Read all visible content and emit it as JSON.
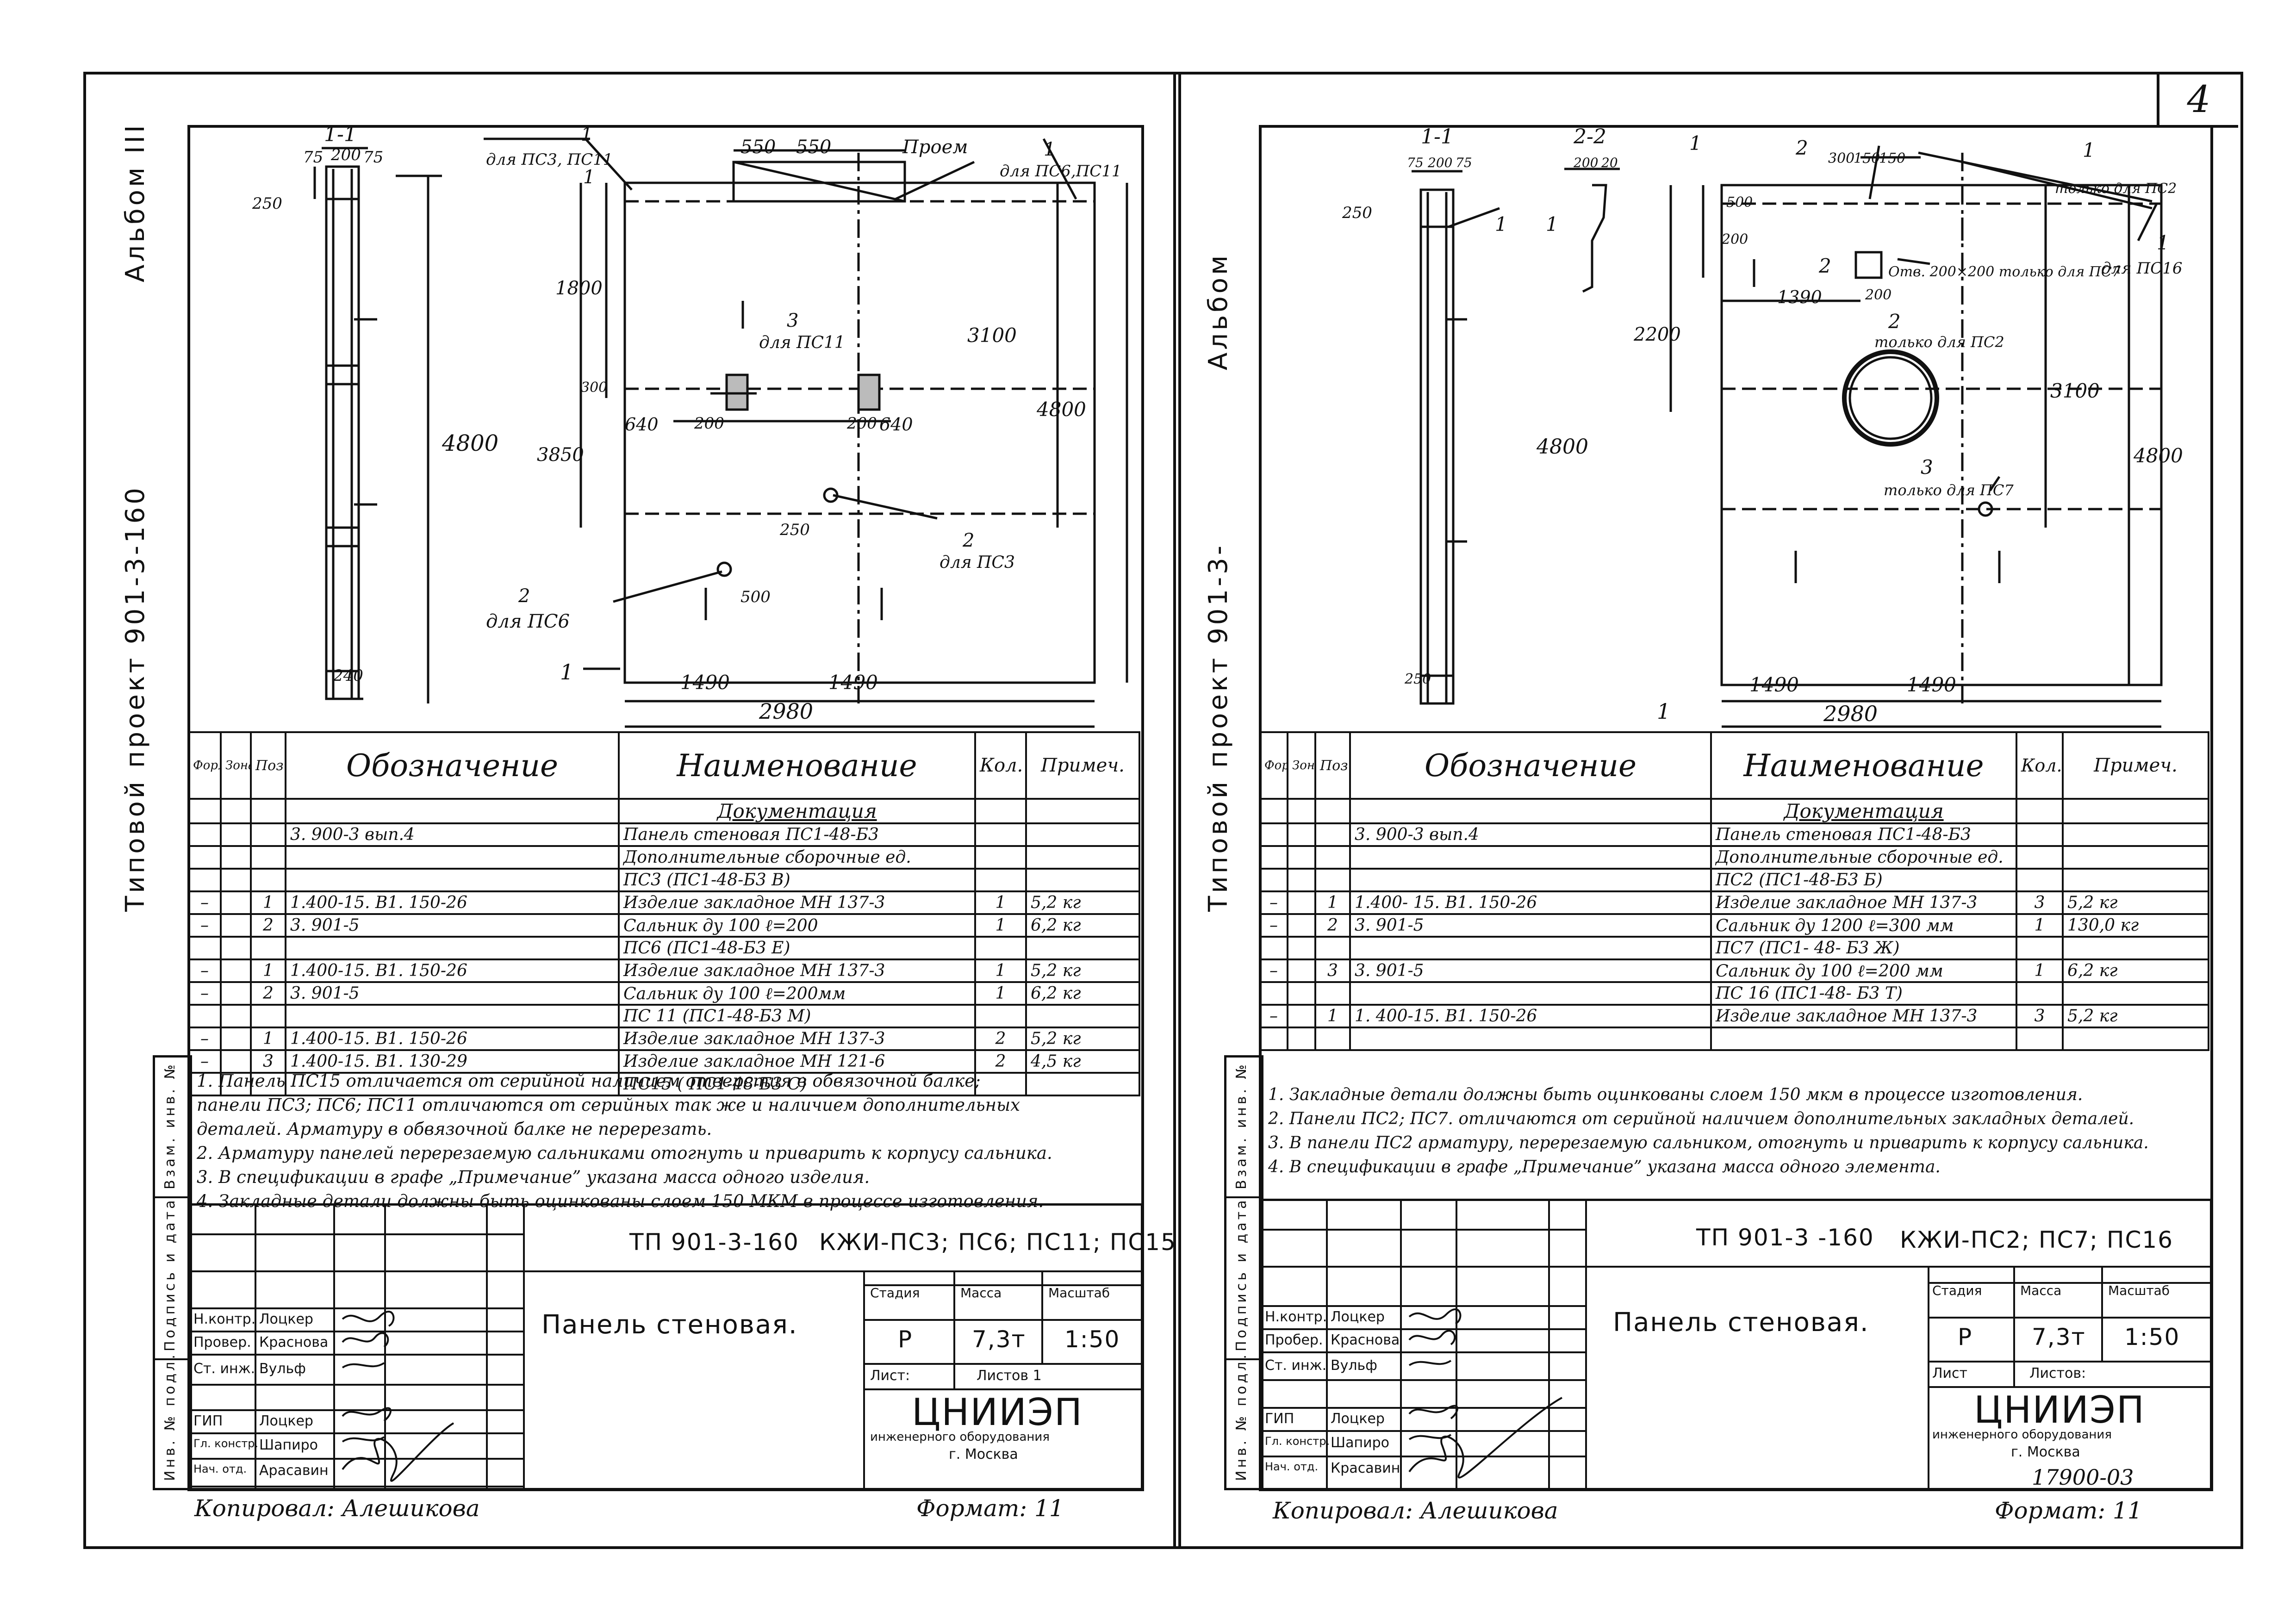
{
  "corner_sheet_number": "4",
  "left": {
    "side_label_1": "Типовой проект 901-3-160",
    "side_label_2": "Альбом III",
    "section_label": "1-1",
    "dims": {
      "top_75a": "75",
      "top_200": "200",
      "top_75b": "75",
      "d250": "250",
      "d4800": "4800",
      "d240": "240",
      "d550a": "550",
      "d550b": "550",
      "d1800": "1800",
      "d3850": "3850",
      "d300": "300",
      "d640a": "640",
      "d200a": "200",
      "d200b": "200",
      "d640b": "640",
      "d3100": "3100",
      "d4800b": "4800",
      "d250b": "250",
      "d500": "500",
      "d1490a": "1490",
      "d1490b": "1490",
      "d2980": "2980"
    },
    "callouts": {
      "c1a_num": "1",
      "c1a_text": "для ПС3, ПС11",
      "c1b_num": "1",
      "proem": "Проем",
      "c1c_num": "1",
      "c1c_text": "для ПС6,ПС11",
      "c3_num": "3",
      "c3_text": "для ПС11",
      "c2a_num": "2",
      "c2a_text": "для ПС3",
      "c2b_num": "2",
      "c2b_text": "для ПС6",
      "sec1_bottom": "1"
    },
    "spec": {
      "h_format": "Формат",
      "h_zone": "Зона",
      "h_pos": "Поз.",
      "h_designation": "Обозначение",
      "h_name": "Наименование",
      "h_qty": "Кол.",
      "h_note": "Примеч.",
      "rows": [
        {
          "f": "",
          "p": "",
          "d": "",
          "n": "Документация",
          "q": "",
          "m": ""
        },
        {
          "f": "",
          "p": "",
          "d": "3. 900-3 вып.4",
          "n": "Панель стеновая ПС1-48-Б3",
          "q": "",
          "m": ""
        },
        {
          "f": "",
          "p": "",
          "d": "",
          "n": "Дополнительные сборочные ед.",
          "q": "",
          "m": ""
        },
        {
          "f": "",
          "p": "",
          "d": "",
          "n": "ПС3 (ПС1-48-Б3 В)",
          "q": "",
          "m": ""
        },
        {
          "f": "–",
          "p": "1",
          "d": "1.400-15. В1. 150-26",
          "n": "Изделие закладное МН 137-3",
          "q": "1",
          "m": "5,2 кг"
        },
        {
          "f": "–",
          "p": "2",
          "d": "3. 901-5",
          "n": "Сальник ду 100   ℓ=200",
          "q": "1",
          "m": "6,2 кг"
        },
        {
          "f": "",
          "p": "",
          "d": "",
          "n": "ПС6 (ПС1-48-Б3 Е)",
          "q": "",
          "m": ""
        },
        {
          "f": "–",
          "p": "1",
          "d": "1.400-15. В1. 150-26",
          "n": "Изделие закладное МН 137-3",
          "q": "1",
          "m": "5,2 кг"
        },
        {
          "f": "–",
          "p": "2",
          "d": "3. 901-5",
          "n": "Сальник ду 100   ℓ=200мм",
          "q": "1",
          "m": "6,2 кг"
        },
        {
          "f": "",
          "p": "",
          "d": "",
          "n": "ПС 11 (ПС1-48-Б3 М)",
          "q": "",
          "m": ""
        },
        {
          "f": "–",
          "p": "1",
          "d": "1.400-15. В1. 150-26",
          "n": "Изделие закладное МН 137-3",
          "q": "2",
          "m": "5,2 кг"
        },
        {
          "f": "–",
          "p": "3",
          "d": "1.400-15. В1. 130-29",
          "n": "Изделие закладное МН 121-6",
          "q": "2",
          "m": "4,5 кг"
        },
        {
          "f": "",
          "p": "",
          "d": "",
          "n": "ПС15 ( ПС1-48-Б3 С)",
          "q": "",
          "m": ""
        }
      ]
    },
    "notes": [
      "1. Панель ПС15 отличается от серийной наличием отверстия в обвязочной балке;",
      "   панели ПС3; ПС6; ПС11 отличаются от серийных так же и наличием дополнительных",
      "   деталей. Арматуру в обвязочной балке не перерезать.",
      "2. Арматуру панелей перерезаемую сальниками отогнуть и приварить к корпусу сальника.",
      "3. В спецификации в графе „Примечание” указана масса одного изделия.",
      "4. Закладные детали должны быть оцинкованы слоем 150 МКМ в процессе изготовления."
    ],
    "vstamp": [
      "Инв. № подл.",
      "Подпись и дата",
      "Взам. инв. №"
    ],
    "title_block": {
      "code": "ТП 901-3-160",
      "marks": "КЖИ-ПС3; ПС6; ПС11; ПС15",
      "name": "Панель стеновая.",
      "h_stage": "Стадия",
      "h_mass": "Масса",
      "h_scale": "Масштаб",
      "stage": "Р",
      "mass": "7,3т",
      "scale": "1:50",
      "sheet": "Лист:",
      "sheets": "Листов 1",
      "org": "ЦНИИЭП",
      "org_sub": "инженерного оборудования",
      "org_city": "г. Москва",
      "people": [
        {
          "role": "Н.контр.",
          "name": "Лоцкер"
        },
        {
          "role": "Провер.",
          "name": "Краснова"
        },
        {
          "role": "Ст. инж.",
          "name": "Вульф"
        },
        {
          "role": "ГИП",
          "name": "Лоцкер"
        },
        {
          "role": "Гл. констр.",
          "name": "Шапиро"
        },
        {
          "role": "Нач. отд.",
          "name": "Арасавин"
        }
      ]
    },
    "copied": "Копировал: Алешикова",
    "format": "Формат: 11"
  },
  "right": {
    "side_label_1": "Типовой проект 901-3-",
    "side_label_2": "Альбом",
    "section_1": "1-1",
    "section_2": "2-2",
    "dims": {
      "t75a": "75",
      "t200": "200",
      "t75b": "75",
      "s200": "200",
      "s20": "20",
      "d250": "250",
      "d4800": "4800",
      "d250b": "250",
      "d300": "300",
      "d150a": "150",
      "d150b": "150",
      "d200": "200",
      "d500": "500",
      "d2200": "2200",
      "d1390": "1390",
      "d200b": "200",
      "d3100": "3100",
      "d4800b": "4800",
      "d1490a": "1490",
      "d1490b": "1490",
      "d2980": "2980"
    },
    "callouts": {
      "c1a": "1",
      "c1b": "1",
      "c1c": "1",
      "c2a": "2",
      "c1_only_num": "1",
      "c1_only": "только для ПС2",
      "c1_for_num": "1",
      "c1_for": "для ПС16",
      "c2_hole_num": "2",
      "c2_hole": "Отв. 200×200 только для ПС7",
      "c2_only_num": "2",
      "c2_only": "только для ПС2",
      "c3_num": "3",
      "c3_only": "только для ПС7",
      "sec1_bottom": "1"
    },
    "spec": {
      "h_format": "Формат",
      "h_zone": "Зона",
      "h_pos": "Поз.",
      "h_designation": "Обозначение",
      "h_name": "Наименование",
      "h_qty": "Кол.",
      "h_note": "Примеч.",
      "rows": [
        {
          "f": "",
          "p": "",
          "d": "",
          "n": "Документация",
          "q": "",
          "m": ""
        },
        {
          "f": "",
          "p": "",
          "d": "3. 900-3 вып.4",
          "n": "Панель стеновая ПС1-48-Б3",
          "q": "",
          "m": ""
        },
        {
          "f": "",
          "p": "",
          "d": "",
          "n": "Дополнительные сборочные ед.",
          "q": "",
          "m": ""
        },
        {
          "f": "",
          "p": "",
          "d": "",
          "n": "ПС2 (ПС1-48-Б3 Б)",
          "q": "",
          "m": ""
        },
        {
          "f": "–",
          "p": "1",
          "d": "1.400- 15. В1. 150-26",
          "n": "Изделие закладное МН 137-3",
          "q": "3",
          "m": "5,2 кг"
        },
        {
          "f": "–",
          "p": "2",
          "d": "3. 901-5",
          "n": "Сальник ду 1200  ℓ=300 мм",
          "q": "1",
          "m": "130,0 кг"
        },
        {
          "f": "",
          "p": "",
          "d": "",
          "n": "ПС7 (ПС1- 48- Б3 Ж)",
          "q": "",
          "m": ""
        },
        {
          "f": "–",
          "p": "3",
          "d": "3. 901-5",
          "n": "Сальник ду 100  ℓ=200 мм",
          "q": "1",
          "m": "6,2 кг"
        },
        {
          "f": "",
          "p": "",
          "d": "",
          "n": "ПС 16 (ПС1-48- Б3 Т)",
          "q": "",
          "m": ""
        },
        {
          "f": "–",
          "p": "1",
          "d": "1. 400-15. В1. 150-26",
          "n": "Изделие закладное МН 137-3",
          "q": "3",
          "m": "5,2 кг"
        },
        {
          "f": "",
          "p": "",
          "d": "",
          "n": "",
          "q": "",
          "m": ""
        }
      ]
    },
    "notes": [
      "1. Закладные детали должны быть оцинкованы слоем 150 мкм в процессе изготовления.",
      "2. Панели ПС2; ПС7. отличаются от серийной наличием дополнительных закладных деталей.",
      "3. В панели ПС2 арматуру, перерезаемую сальником, отогнуть и приварить к корпусу сальника.",
      "4. В спецификации в графе „Примечание” указана масса одного элемента."
    ],
    "vstamp": [
      "Инв. № подл.",
      "Подпись и дата",
      "Взам. инв. №"
    ],
    "title_block": {
      "code": "ТП 901-3 -160",
      "marks": "КЖИ-ПС2; ПС7; ПС16",
      "name": "Панель стеновая.",
      "h_stage": "Стадия",
      "h_mass": "Масса",
      "h_scale": "Масштаб",
      "stage": "Р",
      "mass": "7,3т",
      "scale": "1:50",
      "sheet": "Лист",
      "sheets": "Листов:",
      "org": "ЦНИИЭП",
      "org_sub": "инженерного оборудования",
      "org_city": "г. Москва",
      "people": [
        {
          "role": "Н.контр.",
          "name": "Лоцкер"
        },
        {
          "role": "Пробер.",
          "name": "Краснова"
        },
        {
          "role": "Ст. инж.",
          "name": "Вульф"
        },
        {
          "role": "ГИП",
          "name": "Лоцкер"
        },
        {
          "role": "Гл. констр.",
          "name": "Шапиро"
        },
        {
          "role": "Нач. отд.",
          "name": "Красавин"
        }
      ]
    },
    "copied": "Копировал: Алешикова",
    "format": "Формат: 11",
    "archive_number": "17900-03"
  }
}
